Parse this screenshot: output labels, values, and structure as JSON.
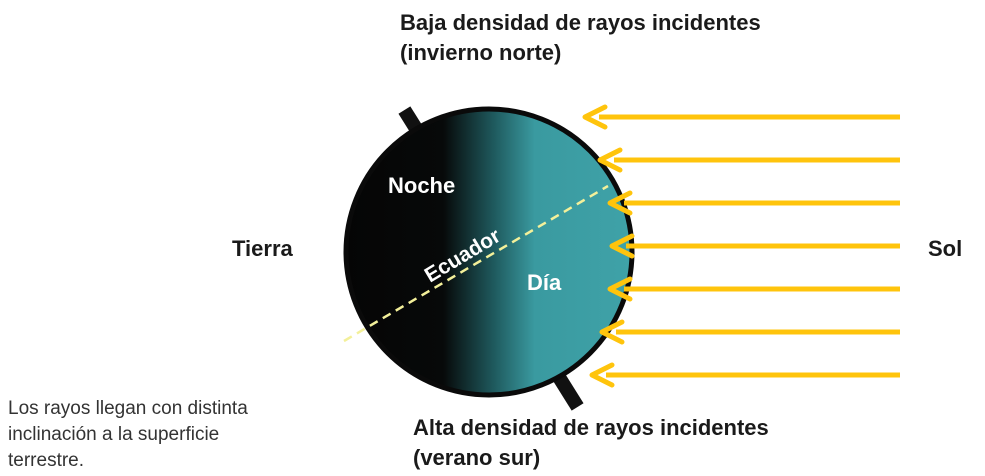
{
  "labels": {
    "top_caption": "Baja densidad de rayos incidentes\n(invierno norte)",
    "bottom_caption": "Alta densidad de rayos incidentes\n(verano sur)",
    "earth": "Tierra",
    "sun": "Sol",
    "night": "Noche",
    "day": "Día",
    "equator": "Ecuador",
    "note": "Los rayos llegan con distinta inclinación a la superficie terrestre."
  },
  "colors": {
    "day": "#3d9fa5",
    "night": "#050505",
    "ray": "#ffc40c",
    "equator": "#f3f09a"
  },
  "ray_count": 7
}
